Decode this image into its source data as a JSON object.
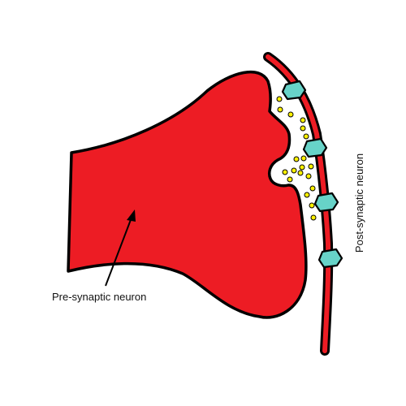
{
  "labels": {
    "pre_synaptic": "Pre-synaptic neuron",
    "post_synaptic": "Post-synaptic neuron"
  },
  "colors": {
    "neuron_fill": "#ED1C24",
    "outline": "#000000",
    "receptor_fill": "#67D3C8",
    "vesicle_fill": "#FFF200",
    "cleft_fill": "#ffffff"
  },
  "counts": {
    "receptors": 4,
    "vesicles": 19
  }
}
